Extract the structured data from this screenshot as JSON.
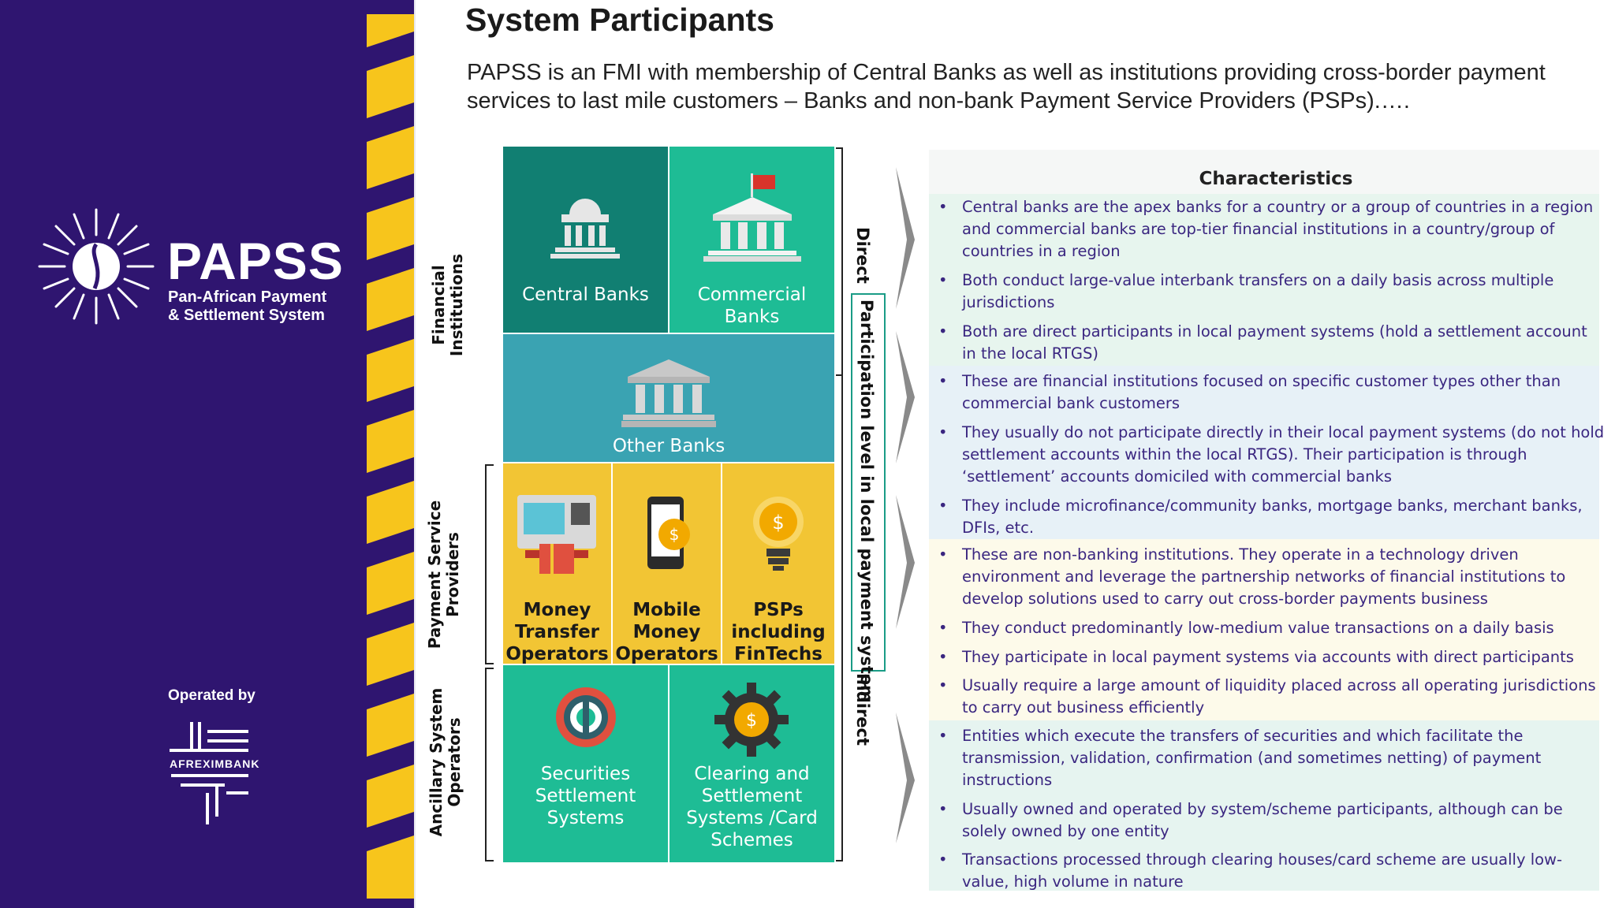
{
  "brand": {
    "name": "PAPSS",
    "subtitle_line1": "Pan-African Payment",
    "subtitle_line2": "& Settlement System",
    "operated_by": "Operated by",
    "operator_name": "AFREXIMBANK"
  },
  "page": {
    "title": "System Participants",
    "intro": "PAPSS is an FMI with membership of Central Banks as well as  institutions providing cross-border payment services to last mile customers – Banks and  non-bank Payment Service Providers (PSPs).…."
  },
  "diagram": {
    "groups": {
      "financial_institutions": "Financial Institutions",
      "payment_service_providers": "Payment  Service Providers",
      "ancillary_system_operators": "Ancillary System Operators"
    },
    "boxes": {
      "central_banks": "Central Banks",
      "commercial_banks": "Commercial Banks",
      "other_banks": "Other Banks",
      "money_transfer_operators": "Money Transfer Operators",
      "mobile_money_operators": "Mobile Money Operators",
      "psps_fintechs": "PSPs including FinTechs",
      "securities_settlement": "Securities Settlement Systems",
      "clearing_settlement": "Clearing and Settlement Systems /Card Schemes"
    },
    "participation": {
      "direct": "Direct",
      "axis": "Participation level in local payment system",
      "indirect": "Indirect"
    },
    "colors": {
      "dark_teal": "#117f72",
      "teal": "#1ebc95",
      "blue_teal": "#3aa3b2",
      "yellow": "#f2c534",
      "brand_purple": "#2f1570",
      "stripe_yellow": "#f7c51c"
    },
    "icons": [
      "central-bank-icon",
      "commercial-bank-flag-icon",
      "other-bank-icon",
      "atm-icon",
      "mobile-money-icon",
      "fintech-bulb-icon",
      "securities-dial-icon",
      "clearing-gear-icon"
    ]
  },
  "characteristics": {
    "title": "Characteristics",
    "groups": [
      {
        "bullets": [
          "Central banks are the apex banks for a country or a group of countries in a region and  commercial banks are top-tier financial institutions in a country/group of countries in a  region",
          "Both conduct large-value interbank transfers on a daily basis across multiple jurisdictions",
          "Both are direct participants in local payment systems (hold a settlement account in the local  RTGS)"
        ]
      },
      {
        "bullets": [
          "These  are  financial  institutions  focused  on  specific  customer  types  other than commercial bank  customers",
          "They usually do not participate directly in their local payment systems (do not hold settlement  accounts within the local RTGS). Their participation is through ‘settlement’ accounts domiciled  with commercial banks",
          "They include microfinance/community banks, mortgage banks, merchant banks, DFIs, etc."
        ]
      },
      {
        "bullets": [
          "These are non-banking institutions. They operate in a technology driven environment and  leverage the partnership networks of financial institutions to develop solutions used to carry out  cross-border payments business",
          "They conduct predominantly low-medium value transactions on a daily basis",
          "They participate in local payment systems via accounts with direct participants",
          "Usually require a large amount of liquidity placed across all operating jurisdictions to carry out  business efficiently"
        ]
      },
      {
        "bullets": [
          "Entities which execute the transfers of securities and which facilitate the transmission,  validation, confirmation (and sometimes netting) of payment instructions",
          "Usually owned and operated by system/scheme participants, although can be solely owned by  one entity",
          "Transactions processed through clearing houses/card scheme are usually low-value, high volume  in nature"
        ]
      }
    ]
  }
}
